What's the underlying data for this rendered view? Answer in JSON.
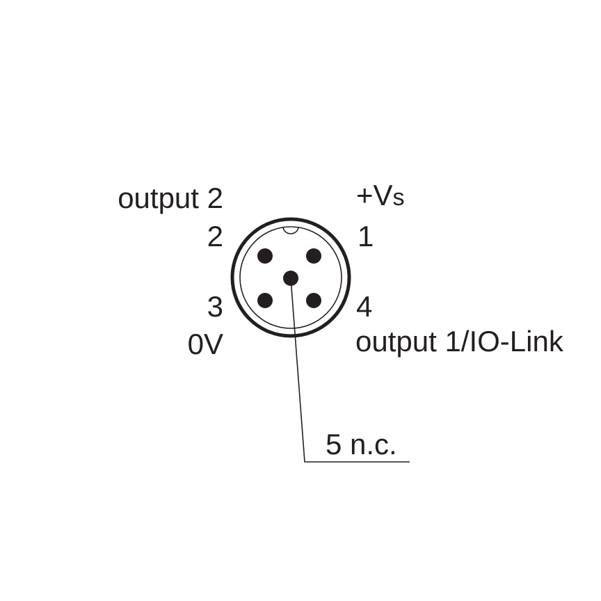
{
  "pins": {
    "pin1": {
      "number": "1",
      "signal_main": "+V",
      "signal_sub": "s"
    },
    "pin2": {
      "number": "2",
      "signal": "output 2"
    },
    "pin3": {
      "number": "3",
      "signal": "0V"
    },
    "pin4": {
      "number": "4",
      "signal": "output 1/IO-Link"
    },
    "pin5": {
      "label": "5 n.c."
    }
  },
  "colors": {
    "ink": "#231f20",
    "background": "#ffffff"
  }
}
